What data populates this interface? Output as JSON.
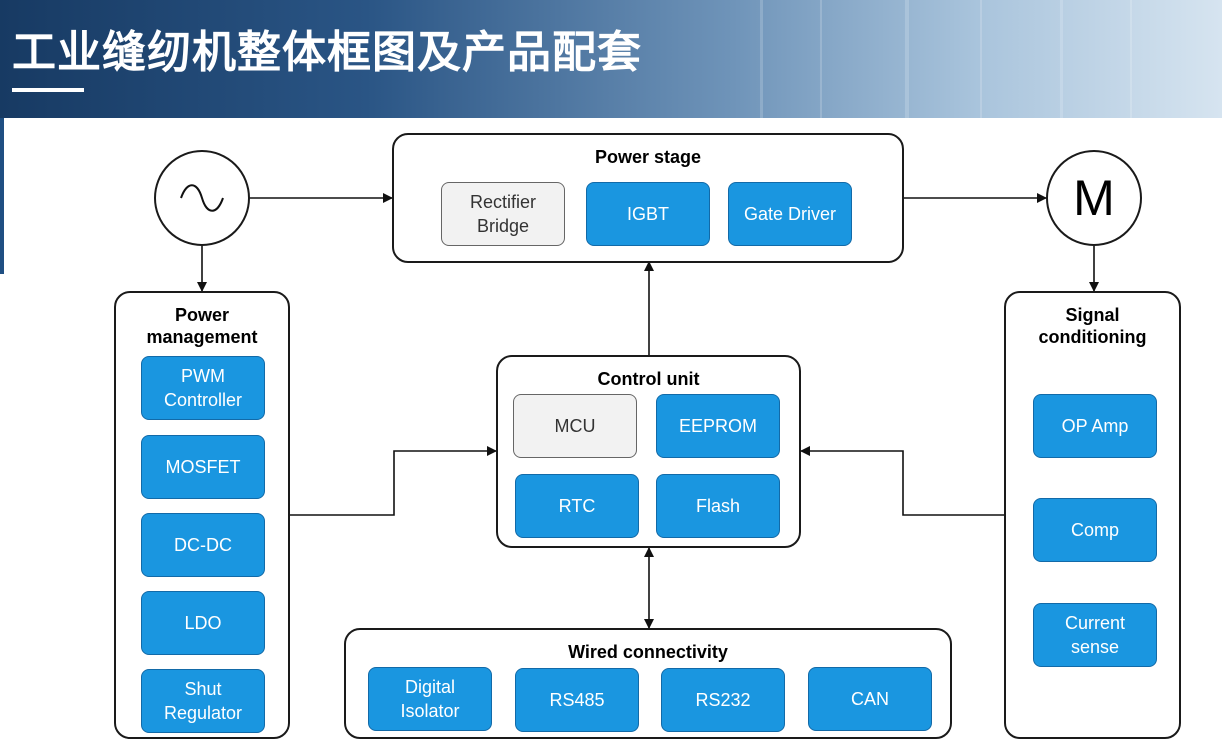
{
  "header": {
    "title": "工业缝纫机整体框图及产品配套"
  },
  "motor": {
    "label": "M"
  },
  "power_stage": {
    "title": "Power stage",
    "blocks": [
      "Rectifier Bridge",
      "IGBT",
      "Gate Driver"
    ]
  },
  "power_management": {
    "title": "Power management",
    "blocks": [
      "PWM Controller",
      "MOSFET",
      "DC-DC",
      "LDO",
      "Shut Regulator"
    ]
  },
  "control_unit": {
    "title": "Control unit",
    "blocks": [
      "MCU",
      "EEPROM",
      "RTC",
      "Flash"
    ]
  },
  "signal_conditioning": {
    "title": "Signal conditioning",
    "blocks": [
      "OP Amp",
      "Comp",
      "Current sense"
    ]
  },
  "wired_connectivity": {
    "title": "Wired connectivity",
    "blocks": [
      "Digital Isolator",
      "RS485",
      "RS232",
      "CAN"
    ]
  },
  "colors": {
    "block_fill": "#1a96e0",
    "block_gray_fill": "#f2f2f2",
    "header_dark": "#173a63"
  }
}
